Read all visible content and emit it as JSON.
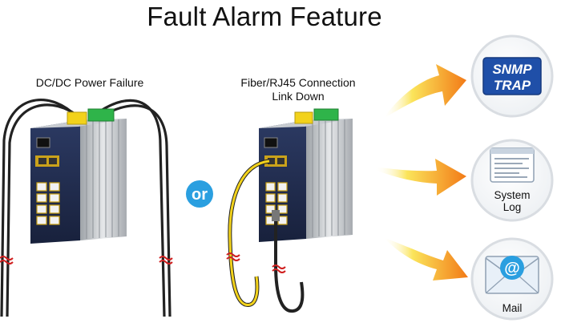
{
  "title": "Fault Alarm Feature",
  "scenario_left": {
    "caption": "DC/DC Power Failure"
  },
  "connector": {
    "text": "or"
  },
  "scenario_right": {
    "caption_line1": "Fiber/RJ45 Connection",
    "caption_line2": "Link Down"
  },
  "outputs": {
    "snmp": {
      "line1": "SNMP",
      "line2": "TRAP"
    },
    "syslog": {
      "line1": "System",
      "line2": "Log"
    },
    "mail": {
      "label": "Mail",
      "symbol": "@"
    }
  },
  "colors": {
    "accent_blue": "#2a9fe0",
    "snmp_blue": "#1f4fa8",
    "arrow_orange": "#f27a17",
    "arrow_yellow": "#fbe45a",
    "switch_navy": "#1f2a4a",
    "terminal_yellow": "#f2d21b",
    "terminal_green": "#2fb44a"
  },
  "icons": [
    "power-cable",
    "fiber-cable",
    "rj45-cable",
    "break-mark",
    "arrow",
    "snmp-trap-icon",
    "system-log-icon",
    "mail-icon"
  ]
}
